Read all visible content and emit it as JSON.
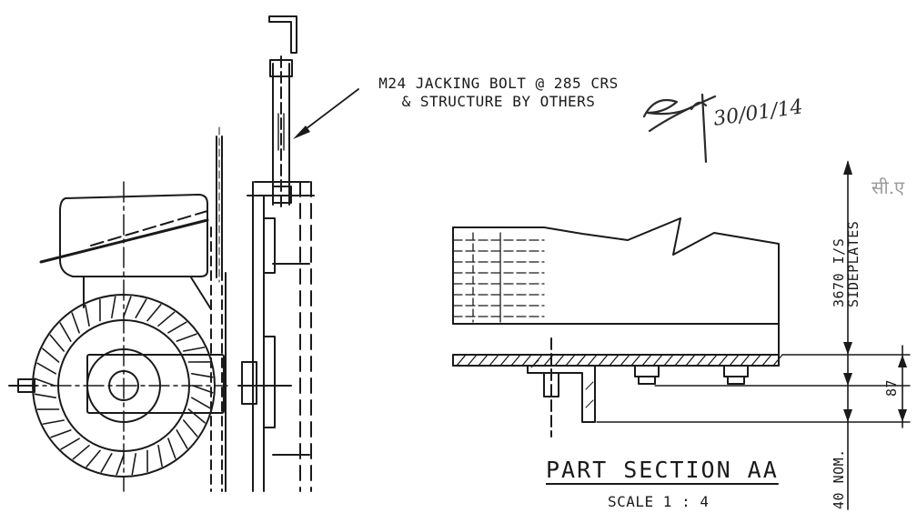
{
  "drawing": {
    "callout": {
      "line1": "M24 JACKING BOLT @ 285 CRS",
      "line2": "& STRUCTURE BY OTHERS"
    },
    "signature": {
      "date": "30/01/14"
    },
    "stamp_fragment": "सी.ए",
    "section": {
      "title": "PART SECTION AA",
      "scale": "SCALE 1 : 4"
    },
    "dimensions": {
      "sideplates": {
        "value": "3670 I/S",
        "label": "SIDEPLATES"
      },
      "offset": "87",
      "nominal": "40 NOM."
    }
  }
}
